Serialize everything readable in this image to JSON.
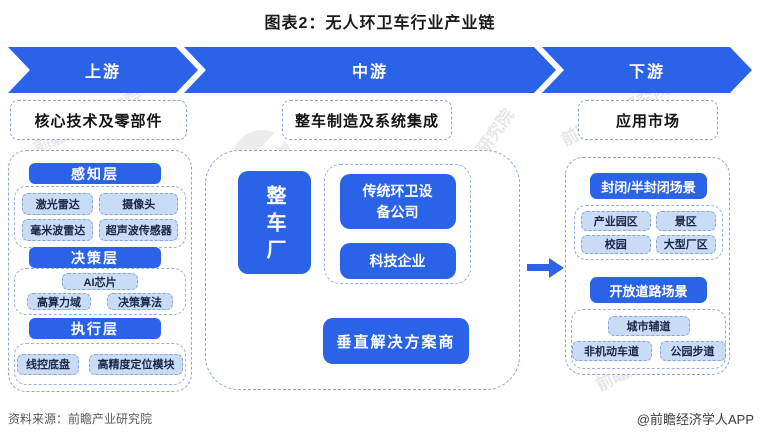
{
  "title": "图表2：无人环卫车行业产业链",
  "banner": {
    "segments": [
      "上游",
      "中游",
      "下游"
    ]
  },
  "colors": {
    "primary_blue": "#2b63e8",
    "chip_fill": "#c9dcf5",
    "dashed_border": "#8aa4d6"
  },
  "upstream": {
    "header": "核心技术及零部件",
    "layers": [
      {
        "label": "感知层",
        "items": [
          "激光雷达",
          "摄像头",
          "毫米波雷达",
          "超声波传感器"
        ]
      },
      {
        "label": "决策层",
        "items": [
          "AI芯片",
          "高算力域",
          "决策算法"
        ]
      },
      {
        "label": "执行层",
        "items": [
          "线控底盘",
          "高精度定位模块"
        ]
      }
    ]
  },
  "midstream": {
    "header": "整车制造及系统集成",
    "oem": "整车厂",
    "integrators": [
      "传统环卫设备公司",
      "科技企业"
    ],
    "solution_provider": "垂直解决方案商"
  },
  "downstream": {
    "header": "应用市场",
    "scenes": [
      {
        "label": "封闭/半封闭场景",
        "items": [
          "产业园区",
          "景区",
          "校园",
          "大型厂区"
        ]
      },
      {
        "label": "开放道路场景",
        "items": [
          "城市辅道",
          "非机动车道",
          "公园步道"
        ]
      }
    ]
  },
  "footer": {
    "source": "资料来源：前瞻产业研究院",
    "credit": "@前瞻经济学人APP"
  },
  "watermark": "前瞻产业研究院"
}
